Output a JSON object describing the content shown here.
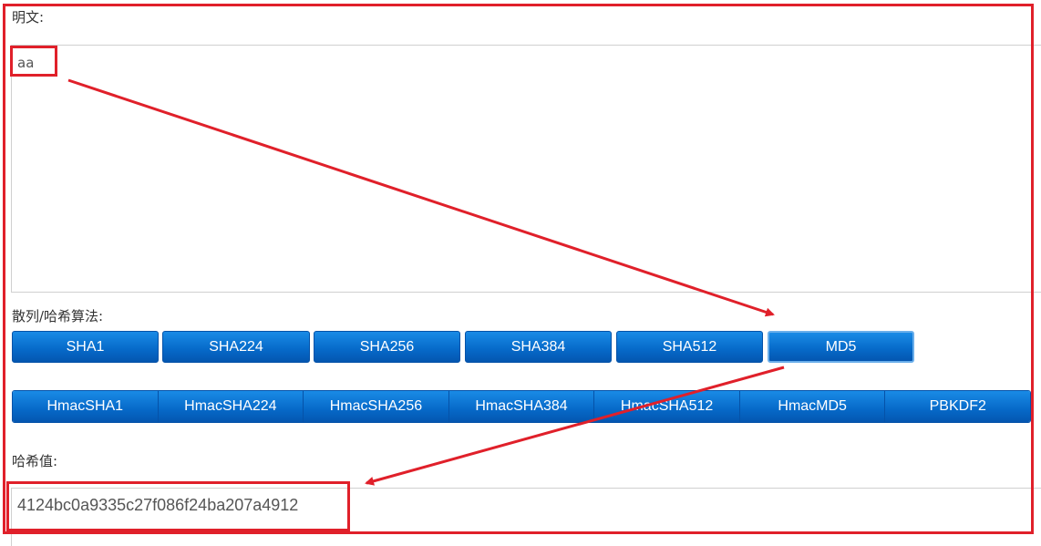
{
  "plaintext": {
    "label": "明文:",
    "value": "aa"
  },
  "algorithms": {
    "label": "散列/哈希算法:",
    "primary": [
      "SHA1",
      "SHA224",
      "SHA256",
      "SHA384",
      "SHA512",
      "MD5"
    ],
    "selected": "MD5",
    "hmac": [
      "HmacSHA1",
      "HmacSHA224",
      "HmacSHA256",
      "HmacSHA384",
      "HmacSHA512",
      "HmacMD5",
      "PBKDF2"
    ]
  },
  "hash": {
    "label": "哈希值:",
    "value": "4124bc0a9335c27f086f24ba207a4912"
  },
  "annotation_color": "#e0202a"
}
